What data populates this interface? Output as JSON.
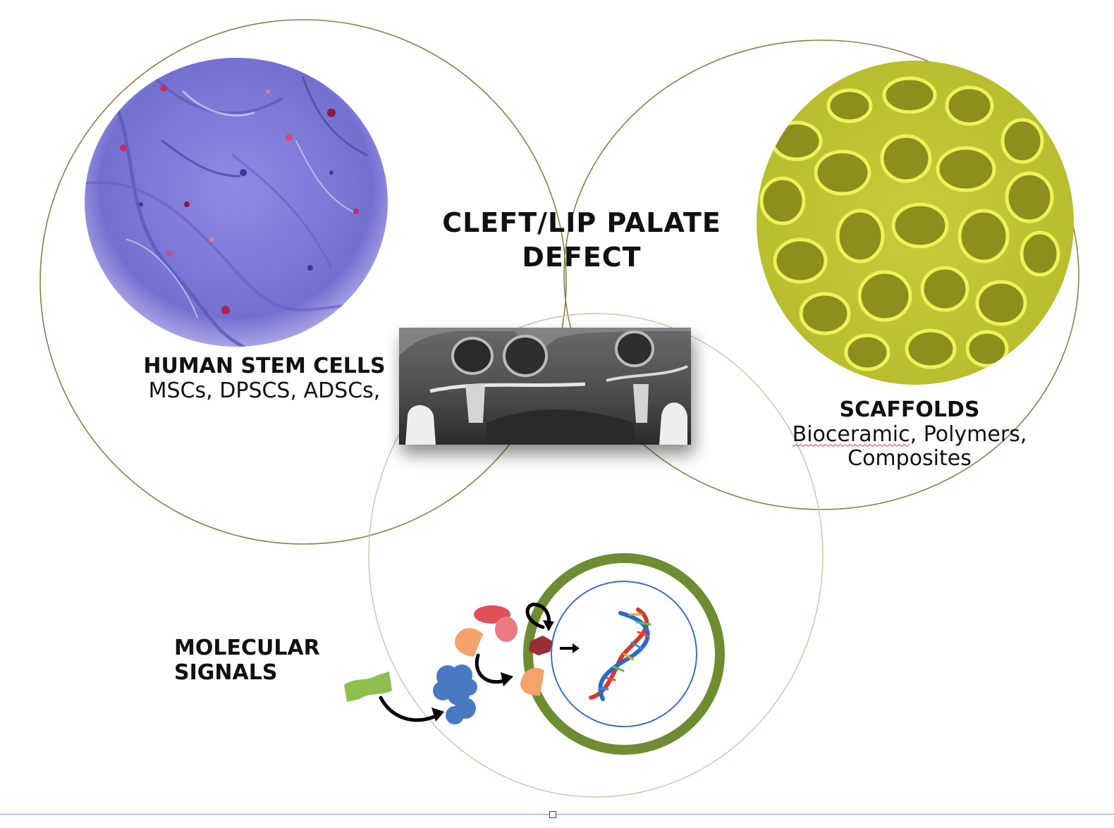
{
  "title": {
    "line1": "CLEFT/LIP PALATE",
    "line2": "DEFECT"
  },
  "stem_cells": {
    "heading": "HUMAN STEM CELLS",
    "detail": "MSCs, DPSCS, ADSCs,"
  },
  "scaffolds": {
    "heading": "SCAFFOLDS",
    "word1": "Bioceramic",
    "rest1": ", Polymers,",
    "line2": "Composites"
  },
  "molecular": {
    "line1": "MOLECULAR",
    "line2": "SIGNALS"
  },
  "colors": {
    "circle_outline": "#8a7d4e",
    "cell_stain": "#7a76d6",
    "scaffold": "#d2d83a",
    "cell_membrane": "#6e8c32",
    "nucleus": "#3f6fc0",
    "signal_green": "#8fbf4c",
    "signal_blue": "#4a79c4",
    "signal_red": "#e0505a",
    "signal_orange": "#f4a36a",
    "signal_maroon": "#9a2e32"
  },
  "icons": [
    "stem-cell-micrograph",
    "cleft-palate-ct-scan",
    "scaffold-micrograph",
    "cell-membrane-icon",
    "nucleus-icon",
    "dna-helix-icon",
    "signal-arrow-icon"
  ]
}
